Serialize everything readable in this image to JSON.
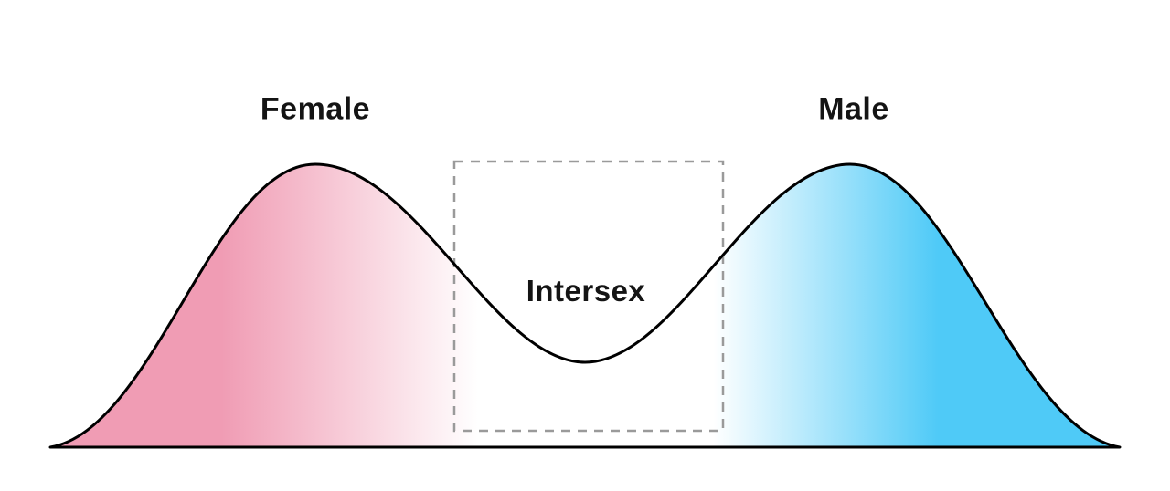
{
  "diagram": {
    "labels": {
      "left_peak": "Female",
      "right_peak": "Male",
      "valley": "Intersex"
    },
    "colors": {
      "female_fill": "#F09CB4",
      "male_fill": "#4FCAF7",
      "blend_white": "#FFFFFF",
      "curve_stroke": "#000000",
      "dashed_box": "#9A9A9A",
      "text": "#141414",
      "background": "#FFFFFF"
    }
  }
}
